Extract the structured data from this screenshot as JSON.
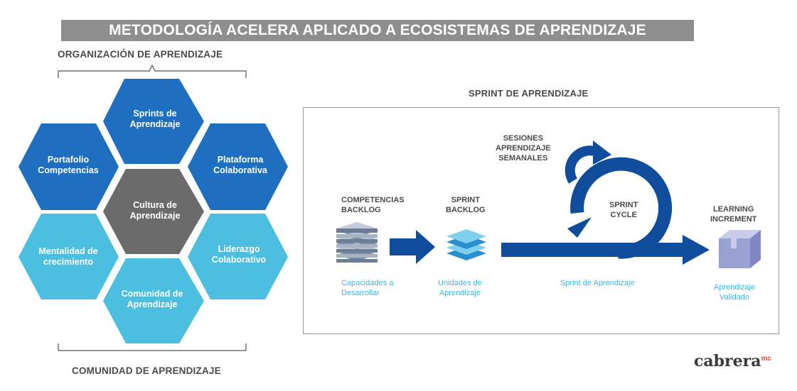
{
  "title": "METODOLOGÍA ACELERA APLICADO A ECOSISTEMAS DE APRENDIZAJE",
  "org_label": "ORGANIZACIÓN DE APRENDIZAJE",
  "comm_label": "COMUNIDAD DE APRENDIZAJE",
  "hexagons": {
    "sprints": [
      "Sprints de",
      "Aprendizaje"
    ],
    "portafolio": [
      "Portafolio",
      "Competencias"
    ],
    "plataforma": [
      "Plataforma",
      "Colaborativa"
    ],
    "cultura": [
      "Cultura de",
      "Aprendizaje"
    ],
    "mentalidad": [
      "Mentalidad de",
      "crecimiento"
    ],
    "liderazgo": [
      "Liderazgo",
      "Colaborativo"
    ],
    "comunidad": [
      "Comunidad de",
      "Aprendizaje"
    ]
  },
  "colors": {
    "dark_blue": "#1f6fc0",
    "light_blue": "#4cbfe0",
    "gray": "#6b6b6b",
    "arrow_blue": "#0f4c9c",
    "label_blue": "#3fb6dd",
    "title_bg": "#8e8e8e",
    "logo_accent": "#e0473a"
  },
  "sprint": {
    "title": "SPRINT DE APRENDIZAJE",
    "sesiones": [
      "SESIONES",
      "APRENDIZAJE",
      "SEMANALES"
    ],
    "competencias_backlog": [
      "COMPETENCIAS",
      "BACKLOG"
    ],
    "sprint_backlog": [
      "SPRINT",
      "BACKLOG"
    ],
    "sprint_cycle": [
      "SPRINT",
      "CYCLE"
    ],
    "learning_increment": [
      "LEARNING",
      "INCREMENT"
    ],
    "capacidades": [
      "Capacidades a",
      "Desarrollar"
    ],
    "unidades": [
      "Unidades de",
      "Aprendizaje"
    ],
    "sprint_aprendizaje": "Sprint de Aprendizaje",
    "aprendizaje_validado": [
      "Aprendizaje",
      "Validado"
    ]
  },
  "logo": {
    "name": "cabrera",
    "suffix": "mc"
  }
}
